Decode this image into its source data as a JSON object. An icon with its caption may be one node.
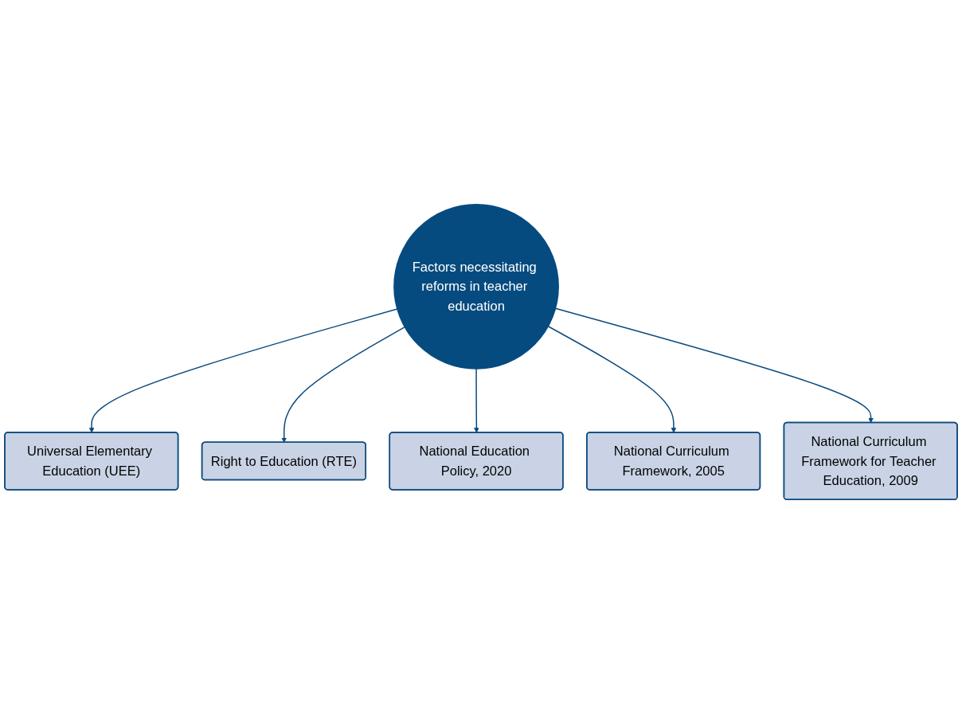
{
  "diagram": {
    "nodes": [
      {
        "text": [
          "Universal Elementary Education (UEE)"
        ]
      },
      {
        "text": [
          "National Curriculum Framework for Teacher Education, 2009"
        ]
      },
      {
        "text": [
          "Factors necessitating reforms in teacher education"
        ]
      },
      {
        "text": [
          "Right to Education (RTE)"
        ]
      },
      {
        "text": [
          "National Curriculum Framework, 2005"
        ]
      },
      {
        "text": [
          "National Education Policy, 2020"
        ]
      }
    ],
    "edges": [
      {
        "from": 2,
        "to": 0,
        "arrow": "to"
      },
      {
        "from": 2,
        "to": 3,
        "arrow": "to"
      },
      {
        "from": 2,
        "to": 5,
        "arrow": "to"
      },
      {
        "from": 2,
        "to": 4,
        "arrow": "to"
      },
      {
        "from": 2,
        "to": 1,
        "arrow": "to"
      }
    ]
  }
}
